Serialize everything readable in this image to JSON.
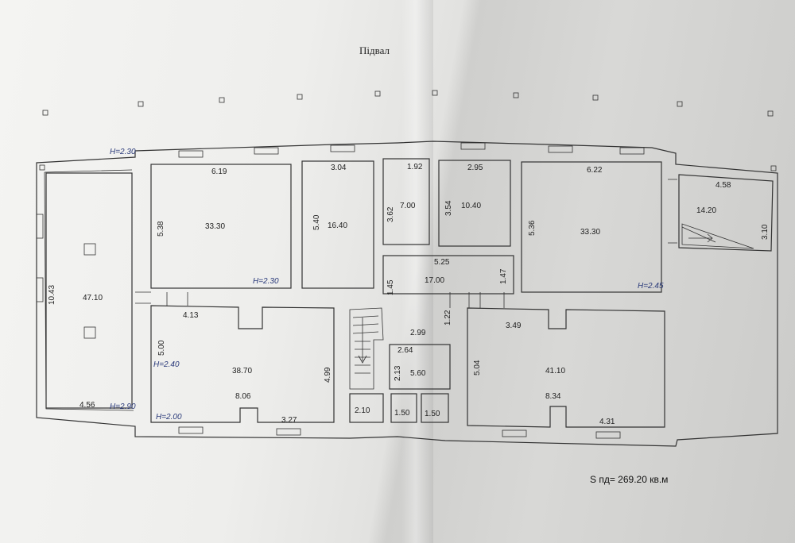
{
  "title": "Підвал",
  "total_area": "S пд= 269.20 кв.м",
  "height_notes": [
    "H=2.30",
    "H=2.30",
    "H=2.40",
    "H=2.90",
    "H=2.00",
    "H=2.45"
  ],
  "rooms": [
    {
      "area": "47.10",
      "dims": [
        "10.43",
        "4.56"
      ]
    },
    {
      "area": "33.30",
      "dims": [
        "6.19",
        "5.38"
      ]
    },
    {
      "area": "16.40",
      "dims": [
        "3.04",
        "5.40"
      ]
    },
    {
      "area": "7.00",
      "dims": [
        "1.92",
        "3.62"
      ]
    },
    {
      "area": "10.40",
      "dims": [
        "2.95",
        "3.54"
      ]
    },
    {
      "area": "33.30",
      "dims": [
        "6.22",
        "5.36"
      ]
    },
    {
      "area": "14.20",
      "dims": [
        "4.58",
        "3.10"
      ]
    },
    {
      "area": "17.00",
      "dims": [
        "5.25",
        "1.45",
        "1.47"
      ]
    },
    {
      "area": "38.70",
      "dims": [
        "4.13",
        "5.00",
        "8.06",
        "4.99",
        "3.27"
      ]
    },
    {
      "area": "5.60",
      "dims": [
        "2.64",
        "2.13"
      ]
    },
    {
      "area": "41.10",
      "dims": [
        "3.49",
        "5.04",
        "8.34",
        "4.31"
      ]
    },
    {
      "area": "2.10",
      "dims": []
    },
    {
      "area": "1.50",
      "dims": []
    },
    {
      "area": "1.50",
      "dims": []
    }
  ],
  "extra_dims": [
    "2.99",
    "1.22"
  ]
}
